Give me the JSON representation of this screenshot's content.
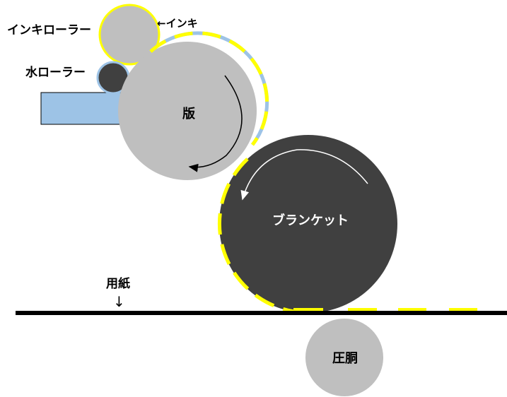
{
  "labels": {
    "ink_roller": "インキローラー",
    "ink_arrow": "←インキ",
    "water_roller": "水ローラー",
    "plate": "版",
    "blanket": "ブランケット",
    "paper": "用紙",
    "paper_arrow": "↓",
    "impression": "圧胴"
  },
  "colors": {
    "roller_gray": "#bfbfbf",
    "blanket_dark": "#404040",
    "water_blue": "#9dc3e6",
    "ink_yellow": "#ffff00",
    "paper_black": "#000000"
  }
}
